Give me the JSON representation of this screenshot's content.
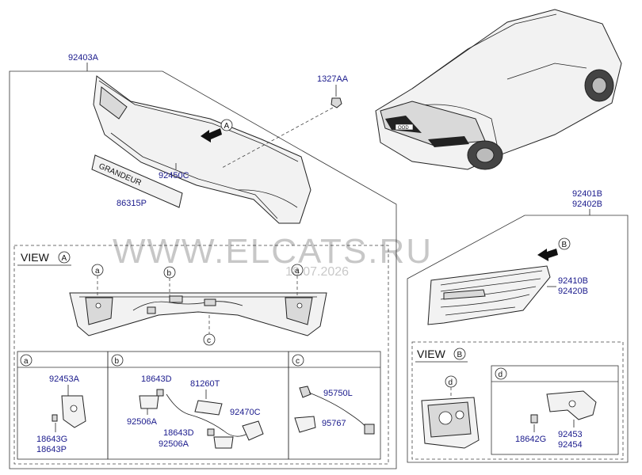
{
  "callouts": {
    "p92403A": "92403A",
    "p1327AA": "1327AA",
    "p92450C": "92450C",
    "p86315P": "86315P",
    "p92401B": "92401B",
    "p92402B": "92402B",
    "p92410B": "92410B",
    "p92420B": "92420B",
    "p92453A": "92453A",
    "p18643G": "18643G",
    "p18643P": "18643P",
    "p18643D_1": "18643D",
    "p81260T": "81260T",
    "p92506A_1": "92506A",
    "p92470C": "92470C",
    "p18643D_2": "18643D",
    "p92506A_2": "92506A",
    "p95750L": "95750L",
    "p95767": "95767",
    "p18642G": "18642G",
    "p92453": "92453",
    "p92454": "92454"
  },
  "markers": {
    "A": "A",
    "B": "B",
    "a": "a",
    "b": "b",
    "c": "c",
    "d": "d"
  },
  "views": {
    "view_a_label": "VIEW",
    "view_b_label": "VIEW"
  },
  "emblem_text": "GRANDEUR",
  "badge_text": "OOD",
  "watermark": {
    "site": "WWW.ELCATS.RU",
    "date": "18.07.2026"
  }
}
